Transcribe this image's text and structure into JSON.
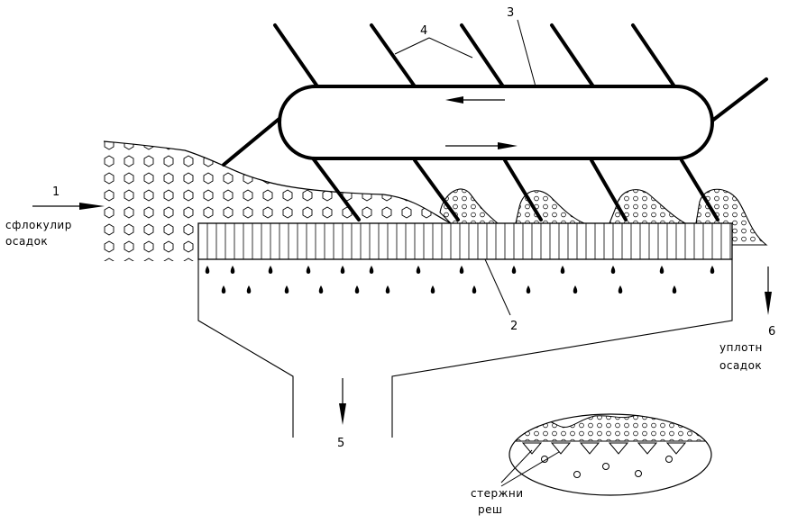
{
  "labels": {
    "n1": "1",
    "n2": "2",
    "n3": "3",
    "n4": "4",
    "n5": "5",
    "n6": "6",
    "inlet_line1": "сфлокулир",
    "inlet_line2": "осадок",
    "outlet_line1": "уплотн",
    "outlet_line2": "осадок",
    "inset_line1": "стержни",
    "inset_line2": "реш"
  }
}
